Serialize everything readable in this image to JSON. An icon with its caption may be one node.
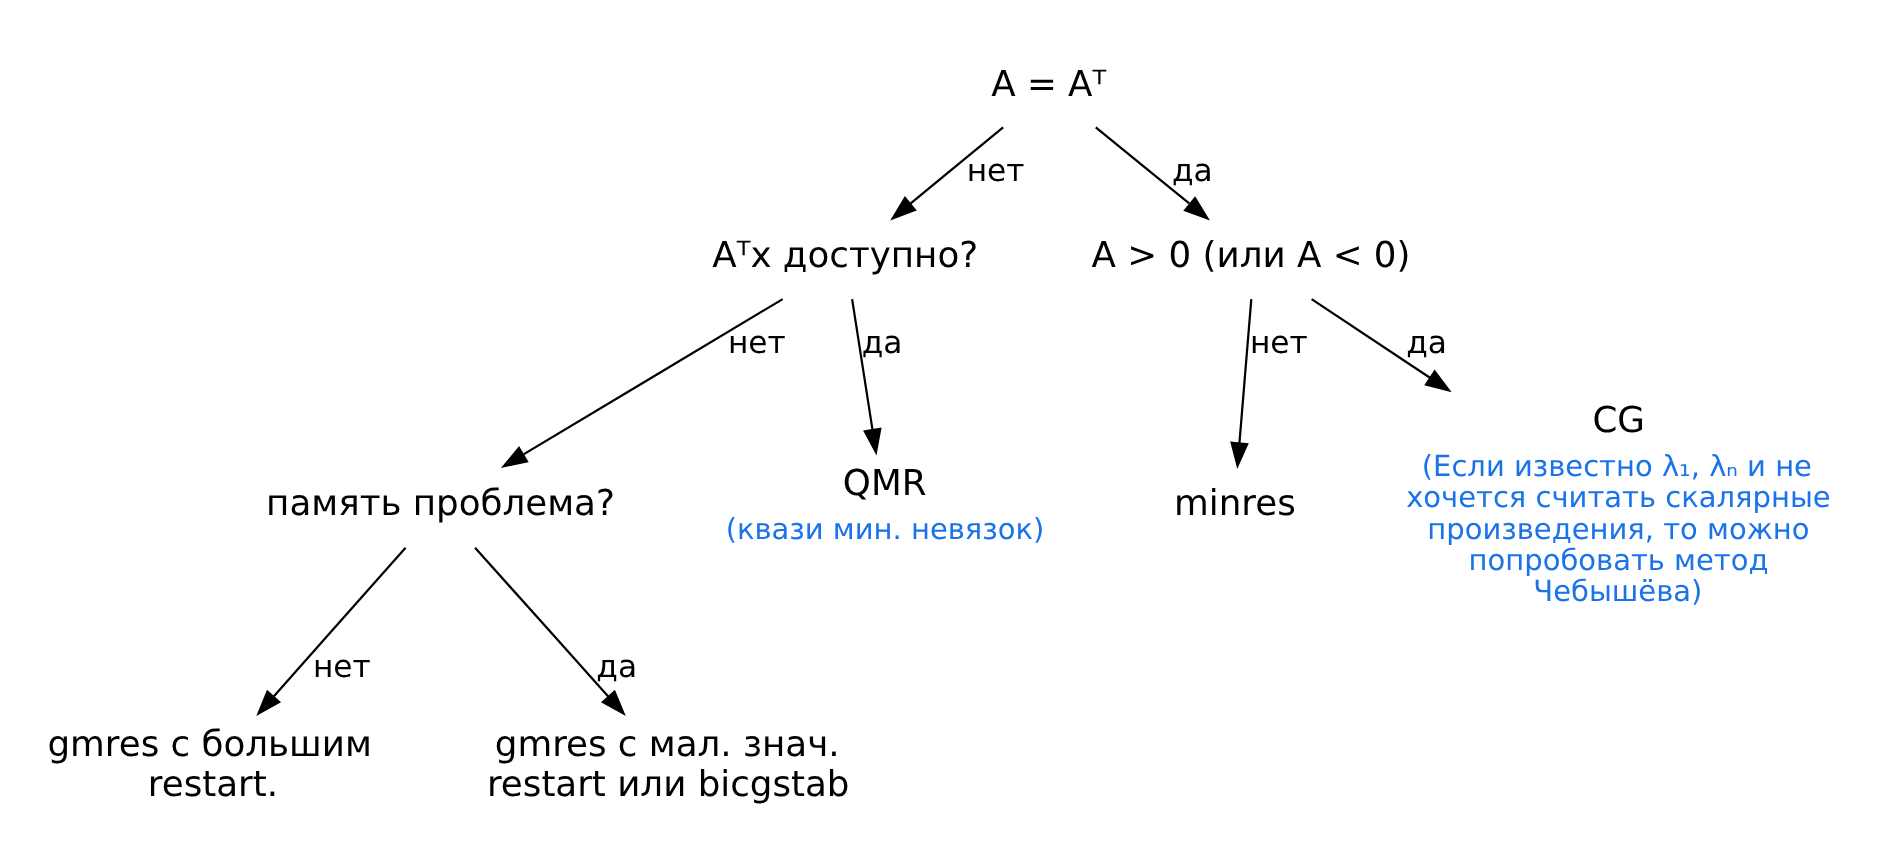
{
  "diagram": {
    "nodes": [
      {
        "text": [
          "A = Aᵀ"
        ]
      },
      {
        "text": [
          "Aᵀx доступно?"
        ]
      },
      {
        "text": [
          "A > 0 (или A < 0)"
        ]
      },
      {
        "text": [
          "память проблема?"
        ]
      },
      {
        "text": [
          "QMR"
        ],
        "beside": [
          "(квази мин. невязок)"
        ]
      },
      {
        "text": [
          "minres"
        ]
      },
      {
        "text": [
          "CG"
        ],
        "beside": [
          "(Если известно λ₁, λₙ и не хочется считать скалярные произведения, то можно попробовать метод Чебышёва)"
        ]
      },
      {
        "text": [
          "gmres с большим restart."
        ]
      },
      {
        "text": [
          "gmres с мал. знач. restart или bicgstab"
        ]
      }
    ],
    "edges": [
      {
        "from": 0,
        "to": 1,
        "arrow": "to",
        "label": "нет"
      },
      {
        "from": 0,
        "to": 2,
        "arrow": "to",
        "label": "да"
      },
      {
        "from": 1,
        "to": 3,
        "arrow": "to",
        "label": "нет"
      },
      {
        "from": 1,
        "to": 4,
        "arrow": "to",
        "label": "да"
      },
      {
        "from": 2,
        "to": 5,
        "arrow": "to",
        "label": "нет"
      },
      {
        "from": 2,
        "to": 6,
        "arrow": "to",
        "label": "да"
      },
      {
        "from": 3,
        "to": 7,
        "arrow": "to",
        "label": "нет"
      },
      {
        "from": 3,
        "to": 8,
        "arrow": "to",
        "label": "да"
      }
    ]
  }
}
